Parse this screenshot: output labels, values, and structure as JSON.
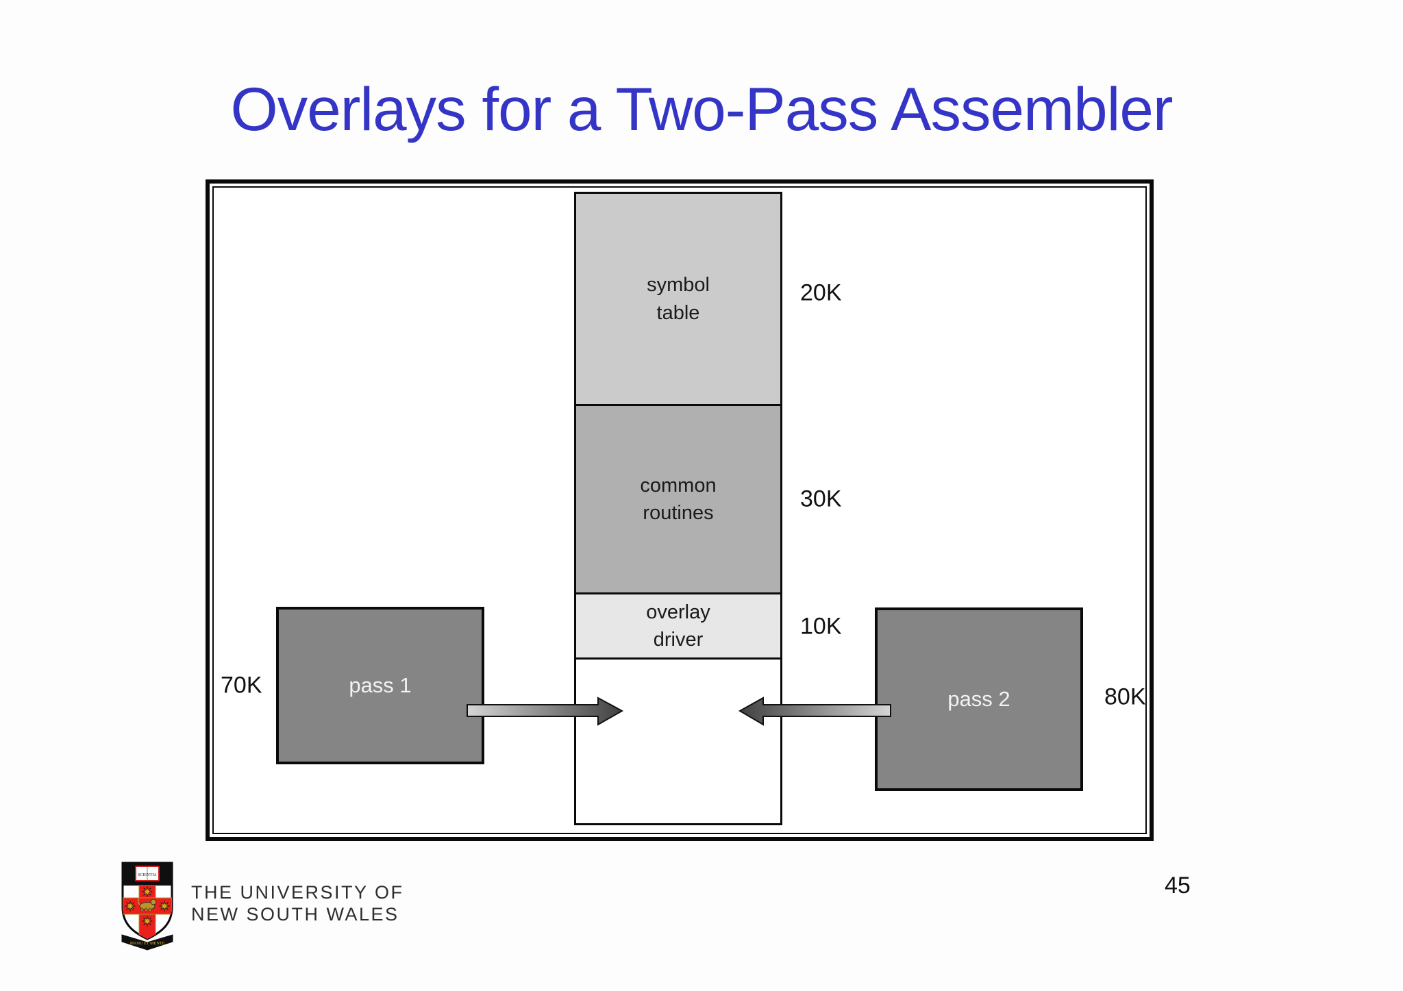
{
  "slide": {
    "title": "Overlays for a Two-Pass Assembler",
    "page_number": "45"
  },
  "colors": {
    "title_blue": "#3434C6",
    "segment_symbol_table": "#CBCBCB",
    "segment_common_routines": "#B0B0B0",
    "segment_overlay_driver": "#E7E7E7",
    "segment_empty": "#FFFFFF",
    "pass_box_gray": "#858585",
    "arrow_light": "#D6D6D6",
    "arrow_dark": "#404040"
  },
  "memory_column": {
    "segments": [
      {
        "label_line1": "symbol",
        "label_line2": "table",
        "size_label": "20K"
      },
      {
        "label_line1": "common",
        "label_line2": "routines",
        "size_label": "30K"
      },
      {
        "label_line1": "overlay",
        "label_line2": "driver",
        "size_label": "10K"
      },
      {
        "label_line1": "",
        "label_line2": "",
        "size_label": ""
      }
    ]
  },
  "overlay_boxes": {
    "pass1": {
      "label": "pass 1",
      "size_label": "70K"
    },
    "pass2": {
      "label": "pass 2",
      "size_label": "80K"
    }
  },
  "footer": {
    "university_line1": "THE UNIVERSITY OF",
    "university_line2": "NEW SOUTH WALES",
    "crest": {
      "book_text": "SCIENTIA",
      "motto": "MANU ET MENTE"
    }
  }
}
